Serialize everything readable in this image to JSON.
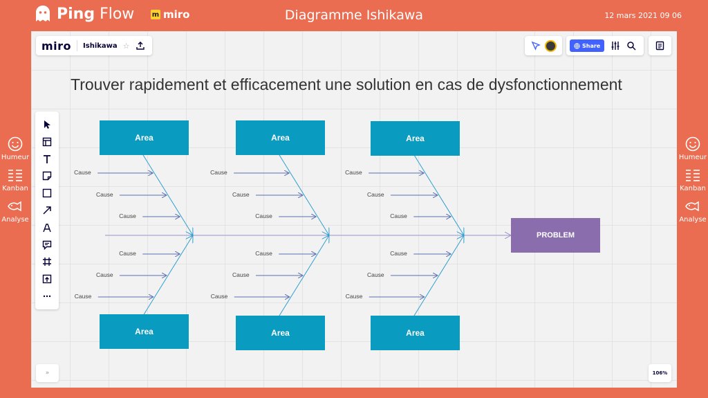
{
  "app": {
    "logo_text_bold": "Ping",
    "logo_text_light": "Flow",
    "integration": "miro",
    "title": "Diagramme Ishikawa",
    "datetime": "12 mars 2021 09 06"
  },
  "side_nav": {
    "items": [
      {
        "label": "Humeur",
        "icon": "smiley-icon"
      },
      {
        "label": "Kanban",
        "icon": "kanban-icon"
      },
      {
        "label": "Analyse",
        "icon": "fish-icon"
      }
    ]
  },
  "miro": {
    "logo": "miro",
    "board_name": "Ishikawa",
    "share_label": "Share",
    "zoom": "106%",
    "expand_label": "»",
    "tools": [
      "cursor-icon",
      "template-icon",
      "text-icon",
      "sticky-note-icon",
      "shape-icon",
      "arrow-icon",
      "pen-icon",
      "comment-icon",
      "frame-icon",
      "upload-icon",
      "more-icon"
    ]
  },
  "diagram": {
    "heading": "Trouver rapidement et efficacement une solution en cas de dysfonctionnement",
    "area_label": "Area",
    "cause_label": "Cause",
    "problem_label": "PROBLEM",
    "colors": {
      "area": "#0A9BC1",
      "problem": "#8A6DAD",
      "bone": "#2E9FD0",
      "spine": "#9C8FD0",
      "cause_arrow": "#5B6FB0"
    }
  }
}
